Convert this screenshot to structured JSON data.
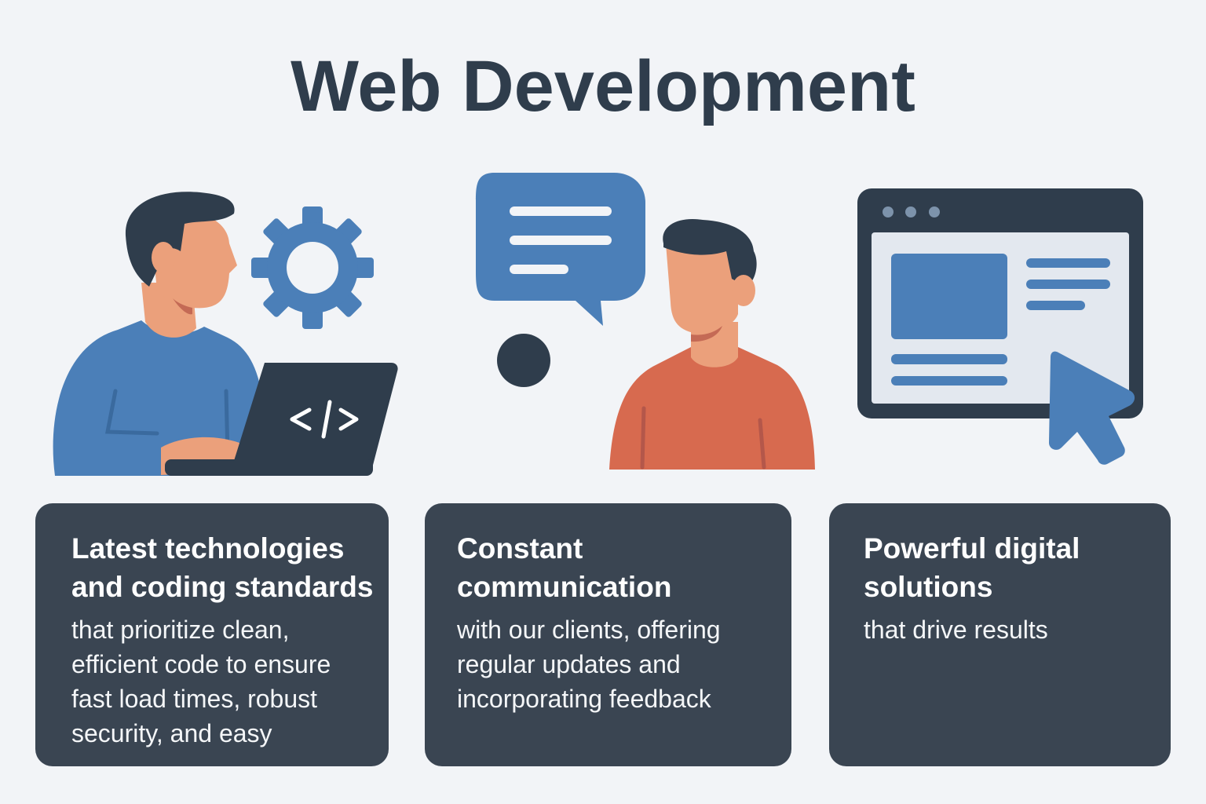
{
  "title": "Web Development",
  "colors": {
    "background": "#f2f4f7",
    "dark": "#2f3d4c",
    "card": "#3a4552",
    "blue": "#4b7fb8",
    "skin": "#eba07b",
    "orange": "#d76a4f"
  },
  "illustrations": [
    {
      "name": "developer-with-laptop",
      "icons": [
        "gear-icon",
        "code-brackets-icon"
      ],
      "code_glyph": "</>"
    },
    {
      "name": "client-communication",
      "icons": [
        "speech-bubble-icon",
        "dot-icon"
      ]
    },
    {
      "name": "browser-window-click",
      "icons": [
        "browser-window-icon",
        "cursor-icon"
      ]
    }
  ],
  "cards": [
    {
      "heading_lines": [
        "Latest technologies",
        "and coding standards"
      ],
      "body_lines": [
        "that prioritize clean,",
        "efficient code to ensure",
        "fast load times, robust",
        "security, and easy"
      ]
    },
    {
      "heading_lines": [
        "Constant",
        "communication"
      ],
      "body_lines": [
        "with our clients, offering",
        "regular updates and",
        "incorporating feedback"
      ]
    },
    {
      "heading_lines": [
        "Powerful digital",
        "solutions"
      ],
      "body_lines": [
        "that drive results"
      ]
    }
  ]
}
